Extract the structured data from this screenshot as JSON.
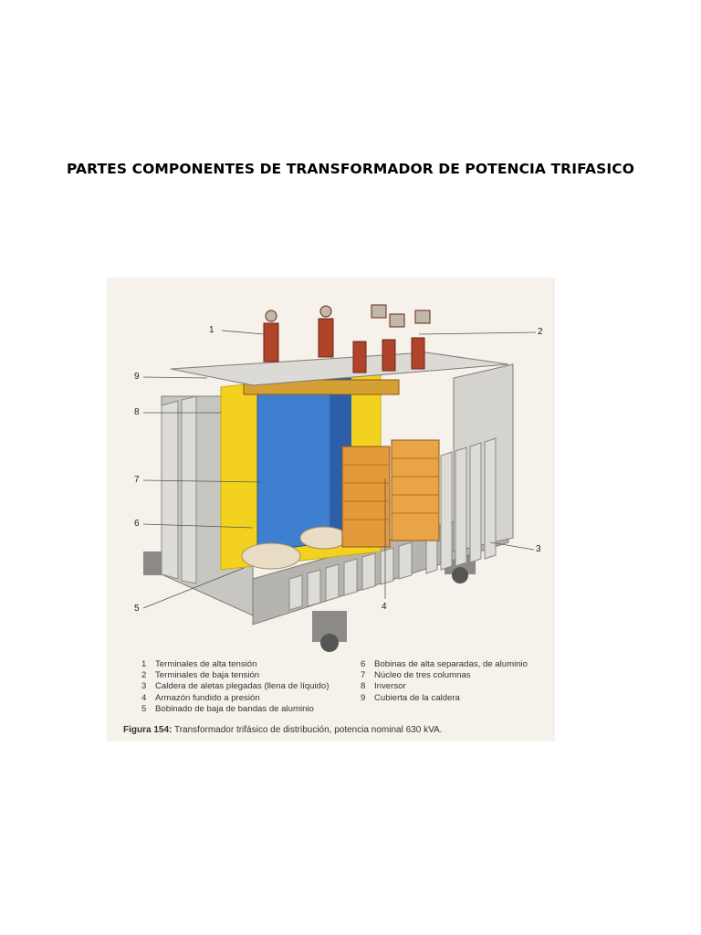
{
  "title": "PARTES COMPONENTES DE TRANSFORMADOR DE POTENCIA TRIFASICO",
  "figure": {
    "callouts": [
      "1",
      "2",
      "3",
      "4",
      "5",
      "6",
      "7",
      "8",
      "9"
    ],
    "legend_left": [
      {
        "num": "1",
        "text": "Terminales de alta tensión"
      },
      {
        "num": "2",
        "text": "Terminales de baja tensión"
      },
      {
        "num": "3",
        "text": "Caldera de aletas plegadas (llena de líquido)"
      },
      {
        "num": "4",
        "text": "Armazón fundido a presión"
      },
      {
        "num": "5",
        "text": "Bobinado de baja de bandas de aluminio"
      }
    ],
    "legend_right": [
      {
        "num": "6",
        "text": "Bobinas de alta separadas, de aluminio"
      },
      {
        "num": "7",
        "text": "Núcleo de tres columnas"
      },
      {
        "num": "8",
        "text": "Inversor"
      },
      {
        "num": "9",
        "text": "Cubierta de la caldera"
      }
    ],
    "caption_label": "Figura 154:",
    "caption_text": "Transformador trifásico de distribución, potencia nominal 630 kVA.",
    "colors": {
      "tank": "#c8c6c0",
      "tank_dark": "#9e9c96",
      "oil": "#f3d21f",
      "core": "#3f7fd0",
      "coil": "#e39a3a",
      "coil_dark": "#b8701f",
      "bushing": "#b0442b"
    }
  }
}
